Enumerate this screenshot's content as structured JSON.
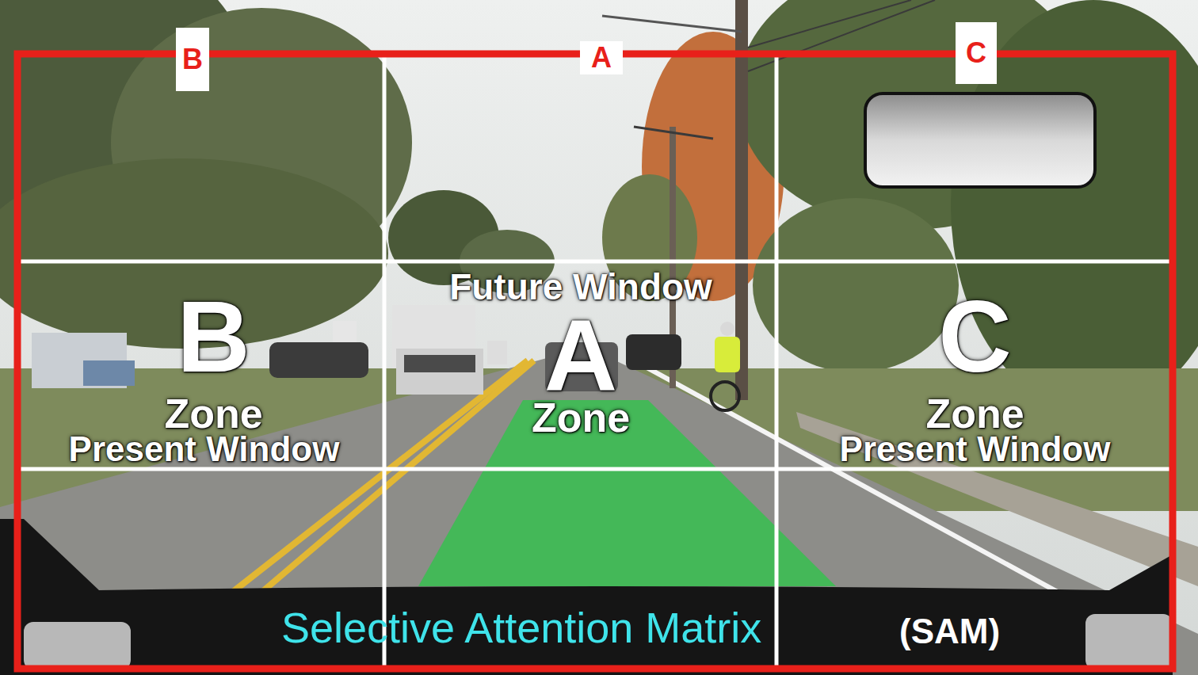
{
  "diagram": {
    "nodes": [
      {
        "text": [
          "B"
        ]
      },
      {
        "text": [
          "A"
        ]
      },
      {
        "text": [
          "C"
        ]
      },
      {
        "text": [
          "B",
          "Zone",
          "Present Window"
        ]
      },
      {
        "text": [
          "Future Window",
          "A",
          "Zone"
        ]
      },
      {
        "text": [
          "C",
          "Zone",
          "Present Window"
        ]
      }
    ],
    "labels": [
      "Selective Attention Matrix",
      "(SAM)"
    ]
  }
}
